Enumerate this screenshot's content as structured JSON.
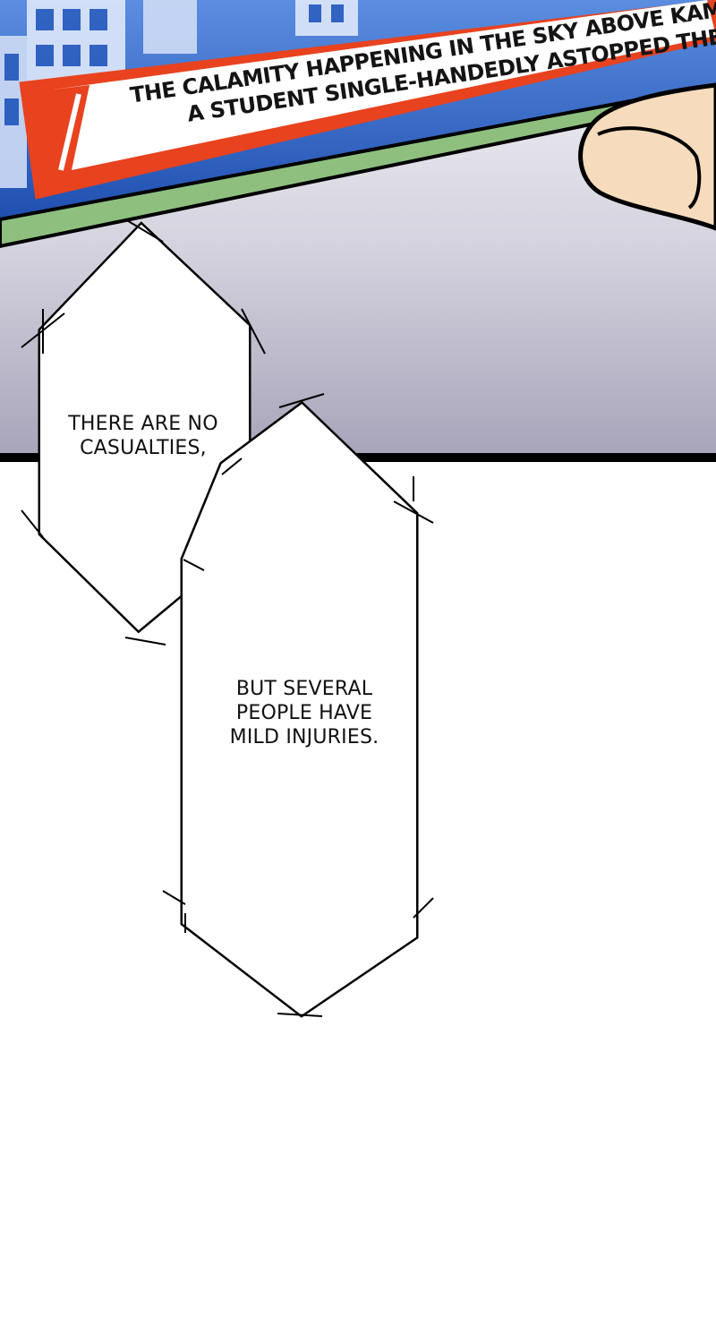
{
  "news_banner": {
    "line1": "THE CALAMITY HAPPENING IN THE SKY ABOVE KAMUI MAGIC ACA",
    "line2": "A STUDENT SINGLE-HANDEDLY ASTOPPED THE CALAMITY?"
  },
  "speech_bubbles": [
    {
      "text_line1": "THERE ARE NO",
      "text_line2": "CASUALTIES,"
    },
    {
      "text_line1": "BUT SEVERAL",
      "text_line2": "PEOPLE HAVE",
      "text_line3": "MILD INJURIES."
    }
  ],
  "colors": {
    "banner_red": "#e8421f",
    "banner_white": "#ffffff",
    "panel_gray_top": "#f4f4f8",
    "panel_gray_bottom": "#a9a6bb",
    "screen_green": "#8fbf7f",
    "building_blue": "#2f68c9",
    "skin": "#f6dcbc",
    "ink": "#000000"
  }
}
